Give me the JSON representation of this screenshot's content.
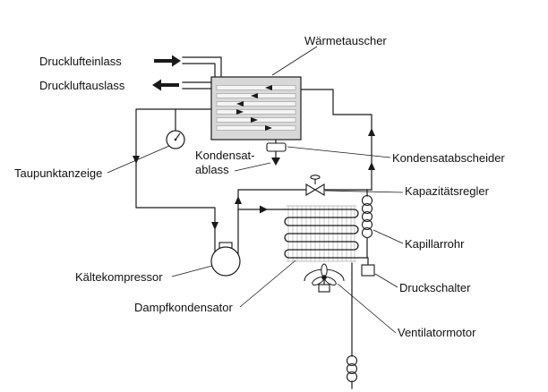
{
  "diagram": {
    "background": "#ffffff",
    "line_color": "#1a1a1a",
    "shell_fill": "#d8d8d8",
    "tube_fill": "#f4f4f4",
    "labels": {
      "drucklufteinlass": "Drucklufteinlass",
      "druckluftauslass": "Druckluftauslass",
      "waermetauscher": "Wärmetauscher",
      "kondensatablass": "Kondensat-\nablass",
      "kondensatabscheider": "Kondensatabscheider",
      "taupunktanzeige": "Taupunktanzeige",
      "kapazitaetsregler": "Kapazitätsregler",
      "kapillarrohr": "Kapillarrohr",
      "kaeltekompressor": "Kältekompressor",
      "druckschalter": "Druckschalter",
      "dampfkondensator": "Dampfkondensator",
      "ventilatormotor": "Ventilatormotor"
    },
    "components": [
      "heat-exchanger",
      "condensate-separator",
      "condensate-drain",
      "dew-point-indicator",
      "compressor",
      "vapor-condenser",
      "capillary-tube",
      "capacity-regulator",
      "pressure-switch",
      "fan-motor"
    ]
  }
}
